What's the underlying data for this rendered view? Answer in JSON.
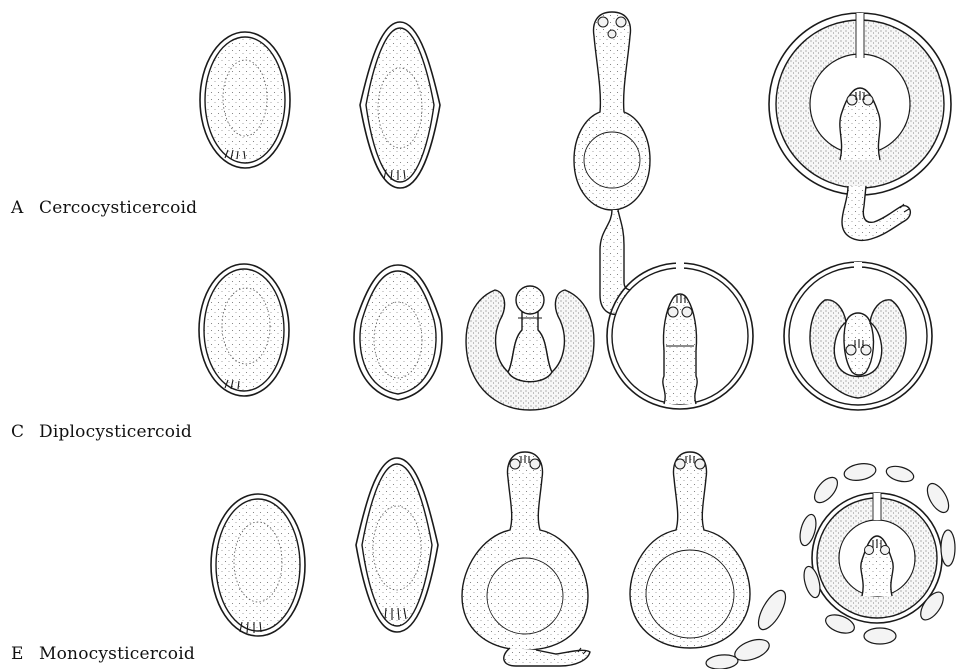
{
  "figure": {
    "rows": [
      {
        "letter": "A",
        "name": "Cercocysticercoid"
      },
      {
        "letter": "C",
        "name": "Diplocysticercoid"
      },
      {
        "letter": "E",
        "name": "Monocysticercoid"
      }
    ]
  }
}
